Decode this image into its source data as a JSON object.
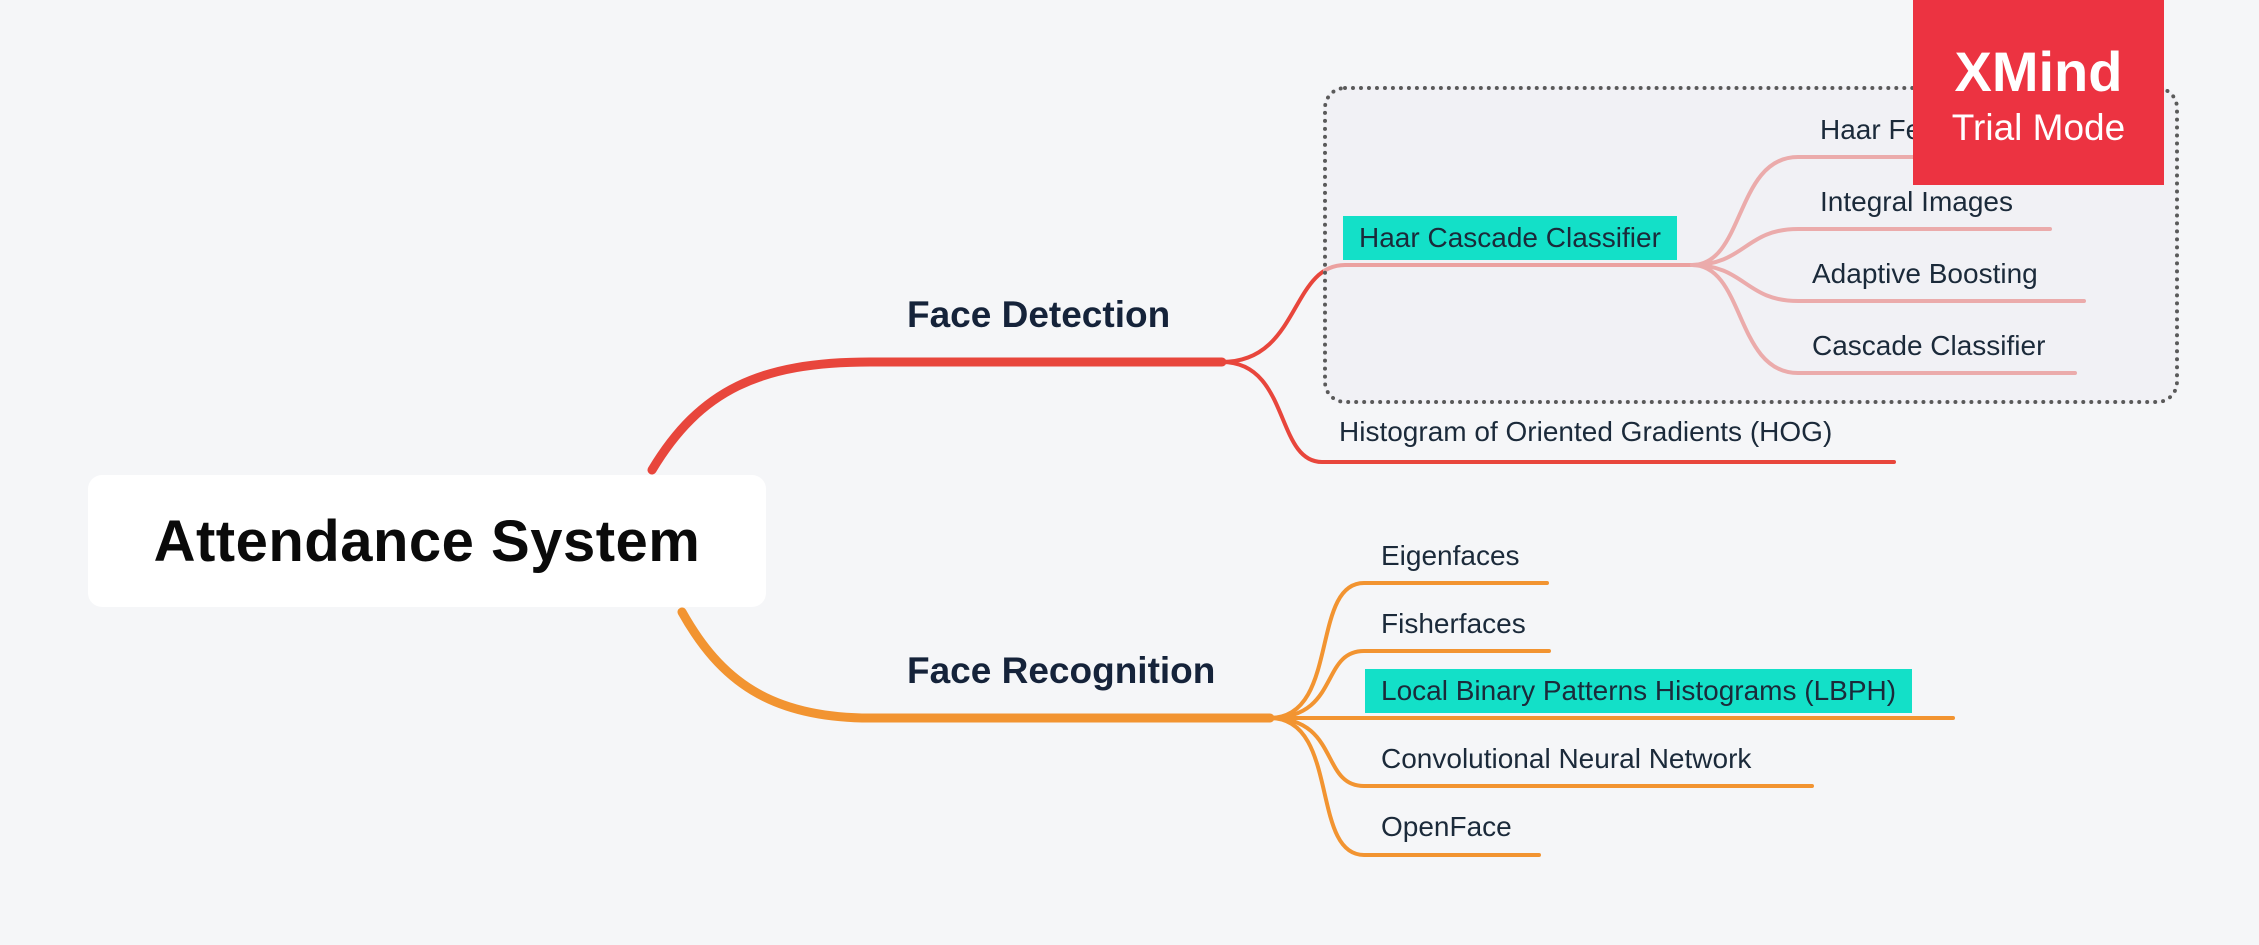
{
  "root": {
    "label": "Attendance System"
  },
  "branches": [
    {
      "id": "face-detection",
      "label": "Face Detection",
      "color": "#e8463c",
      "children": [
        {
          "label": "Haar Cascade Classifier",
          "highlight": true,
          "children": [
            {
              "label": "Haar Features"
            },
            {
              "label": "Integral Images"
            },
            {
              "label": "Adaptive Boosting"
            },
            {
              "label": "Cascade Classifier"
            }
          ]
        },
        {
          "label": "Histogram of Oriented Gradients (HOG)"
        }
      ]
    },
    {
      "id": "face-recognition",
      "label": "Face Recognition",
      "color": "#f29431",
      "children": [
        {
          "label": "Eigenfaces"
        },
        {
          "label": "Fisherfaces"
        },
        {
          "label": "Local Binary Patterns Histograms (LBPH)",
          "highlight": true
        },
        {
          "label": "Convolutional Neural Network"
        },
        {
          "label": "OpenFace"
        }
      ]
    }
  ],
  "colors": {
    "background": "#f5f6f8",
    "highlight": "#13e0c8",
    "watermark": "#ec3341",
    "sub_branch_red": "#e85c55"
  },
  "watermark": {
    "brand": "XMind",
    "mode": "Trial Mode"
  }
}
